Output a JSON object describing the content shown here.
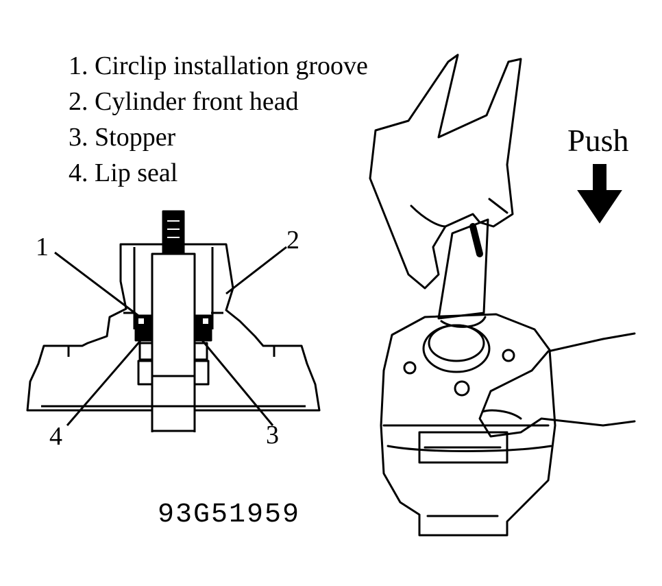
{
  "legend": {
    "items": [
      {
        "number": "1.",
        "text": "Circlip installation groove"
      },
      {
        "number": "2.",
        "text": "Cylinder front head"
      },
      {
        "number": "3.",
        "text": "Stopper"
      },
      {
        "number": "4.",
        "text": "Lip seal"
      }
    ]
  },
  "callouts": {
    "c1": "1",
    "c2": "2",
    "c3": "3",
    "c4": "4"
  },
  "push_label": "Push",
  "figure_code": "93G51959"
}
